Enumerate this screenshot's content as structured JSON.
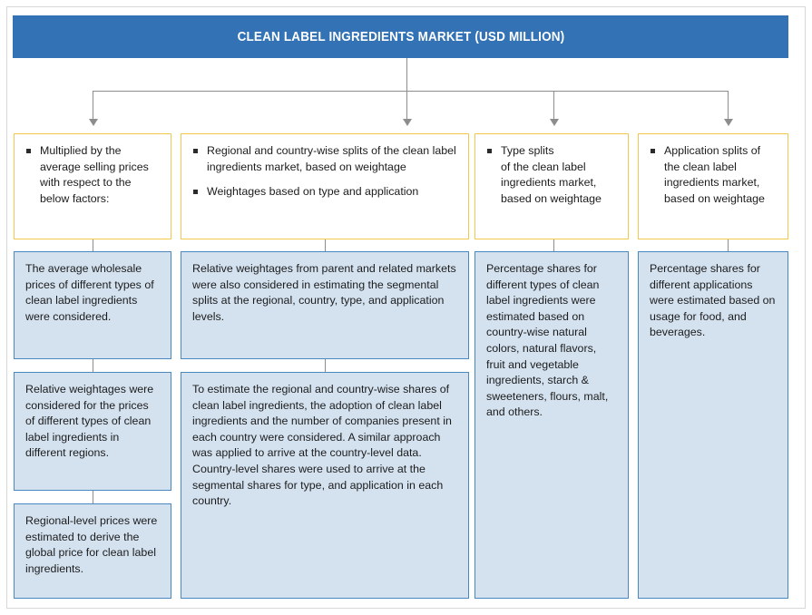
{
  "header": {
    "title": "CLEAN LABEL INGREDIENTS MARKET (USD MILLION)",
    "bar_color": "#3272b5",
    "text_color": "#ffffff"
  },
  "colors": {
    "gold_border": "#f2c94c",
    "blue_border": "#4a89c0",
    "blue_fill": "#d4e2f0",
    "connector": "#8d8d8d",
    "frame": "#d8d8d8"
  },
  "columns": [
    {
      "id": "column-1",
      "top_box": {
        "style": "gold",
        "bullets": [
          "Multiplied by the average selling prices with respect to the below factors:"
        ]
      },
      "detail_boxes": [
        {
          "style": "blue",
          "text": "The average wholesale prices of different types of clean label ingredients were considered."
        },
        {
          "style": "blue",
          "text": "Relative weightages were considered for the prices of different types of clean label ingredients in different regions."
        },
        {
          "style": "blue",
          "text": "Regional-level prices were estimated to derive the global price for clean label ingredients."
        }
      ]
    },
    {
      "id": "column-2",
      "top_box": {
        "style": "gold",
        "bullets": [
          "Regional and country-wise splits of the clean label ingredients market, based on weightage",
          "Weightages based on type and application"
        ]
      },
      "detail_boxes": [
        {
          "style": "blue",
          "text": "Relative weightages from parent and related markets were also considered in estimating the segmental splits at the regional, country, type, and application levels."
        },
        {
          "style": "blue",
          "text": "To estimate the regional and country-wise shares of clean label ingredients, the adoption of clean label ingredients and the number of companies present in each country were considered. A similar approach was applied to arrive at the country-level data. Country-level shares were used to arrive at the segmental shares for type, and application in each country."
        }
      ]
    },
    {
      "id": "column-3",
      "top_box": {
        "style": "gold",
        "bullets": [
          "Type splits\nof the clean label ingredients market, based on weightage"
        ]
      },
      "detail_boxes": [
        {
          "style": "blue",
          "text": "Percentage shares for different types of clean label ingredients were estimated based on country-wise natural colors, natural flavors, fruit and vegetable ingredients, starch & sweeteners, flours, malt, and others."
        }
      ]
    },
    {
      "id": "column-4",
      "top_box": {
        "style": "gold",
        "bullets": [
          "Application splits of the clean label ingredients market, based on weightage"
        ]
      },
      "detail_boxes": [
        {
          "style": "blue",
          "text": "Percentage shares for different applications were estimated based on usage for food, and beverages."
        }
      ]
    }
  ]
}
